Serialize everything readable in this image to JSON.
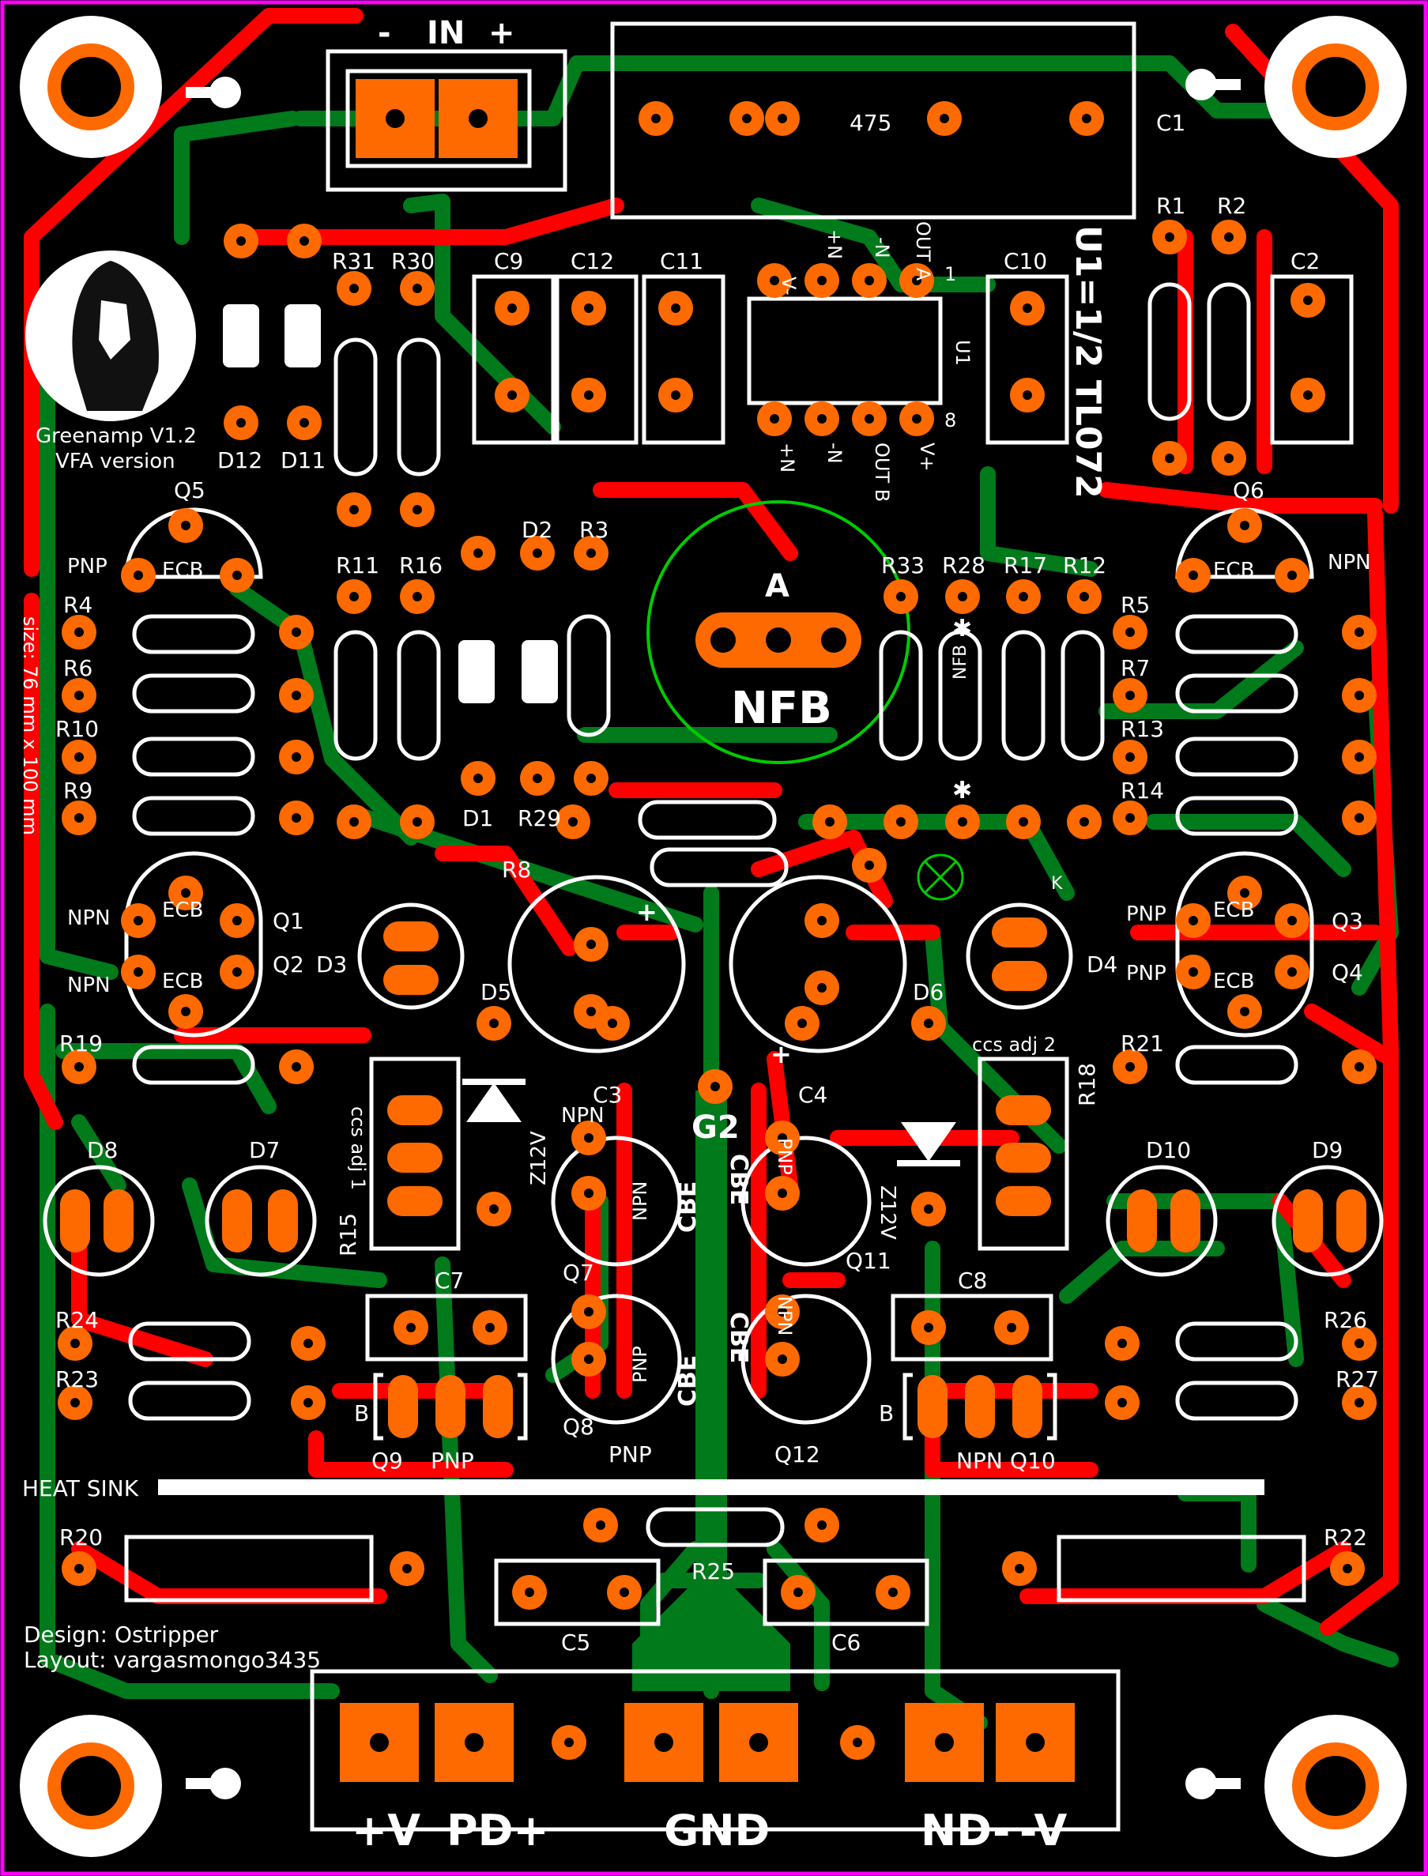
{
  "board": {
    "title": "Greenamp V1.2",
    "subtitle": "VFA version",
    "size_label": "size: 76 mm x 100 mm",
    "design_credit": "Design: Ostripper",
    "layout_credit": "Layout: vargasmongo3435",
    "heatsink_label": "HEAT SINK",
    "opamp_label": "U1=1/2 TL072",
    "nfb_label": "NFB",
    "nfb_point": "A",
    "ground_label": "G2"
  },
  "connectors": {
    "input": {
      "minus": "-",
      "label": "IN",
      "plus": "+"
    },
    "power": {
      "pos": "+V",
      "pd_pos": "PD+",
      "gnd": "GND",
      "nd_neg": "ND-",
      "neg": "-V"
    }
  },
  "opamp_pins": {
    "top": [
      "V-",
      "+N",
      "-N",
      "OUT A"
    ],
    "bottom": [
      "+N",
      "-N",
      "OUT B",
      "V+"
    ],
    "pin1": "1",
    "pin8": "8",
    "ref": "U1"
  },
  "components": {
    "C1": "C1",
    "C1_value": "475",
    "C2": "C2",
    "C3": "C3",
    "C4": "C4",
    "C5": "C5",
    "C6": "C6",
    "C7": "C7",
    "C8": "C8",
    "C9": "C9",
    "C10": "C10",
    "C11": "C11",
    "C12": "C12",
    "R1": "R1",
    "R2": "R2",
    "R3": "R3",
    "R4": "R4",
    "R5": "R5",
    "R6": "R6",
    "R7": "R7",
    "R8": "R8",
    "R9": "R9",
    "R10": "R10",
    "R11": "R11",
    "R12": "R12",
    "R13": "R13",
    "R14": "R14",
    "R15": "R15",
    "R16": "R16",
    "R17": "R17",
    "R18": "R18",
    "R19": "R19",
    "R20": "R20",
    "R21": "R21",
    "R22": "R22",
    "R23": "R23",
    "R24": "R24",
    "R25": "R25",
    "R26": "R26",
    "R27": "R27",
    "R28": "R28",
    "R29": "R29",
    "R30": "R30",
    "R31": "R31",
    "R33": "R33",
    "D1": "D1",
    "D2": "D2",
    "D3": "D3",
    "D4": "D4",
    "D5": "D5",
    "D6": "D6",
    "D7": "D7",
    "D8": "D8",
    "D9": "D9",
    "D10": "D10",
    "D11": "D11",
    "D12": "D12",
    "Q1": "Q1",
    "Q2": "Q2",
    "Q3": "Q3",
    "Q4": "Q4",
    "Q5": "Q5",
    "Q6": "Q6",
    "Q7": "Q7",
    "Q8": "Q8",
    "Q9": "Q9",
    "Q10": "Q10",
    "Q11": "Q11",
    "Q12": "Q12"
  },
  "markings": {
    "npn": "NPN",
    "pnp": "PNP",
    "ecb": "ECB",
    "cbe": "CBE",
    "b": "B",
    "z12v": "Z12V",
    "ccs_adj_1": "ccs adj 1",
    "ccs_adj_2": "ccs adj 2",
    "k": "K",
    "plus": "+",
    "star": "✱"
  },
  "colors": {
    "background": "#000000",
    "border": "#ff00ff",
    "copper_top": "#ff0000",
    "copper_bottom": "#007a1a",
    "pad": "#ff6a00",
    "silkscreen": "#ffffff",
    "nfb_circle": "#00cc00"
  }
}
